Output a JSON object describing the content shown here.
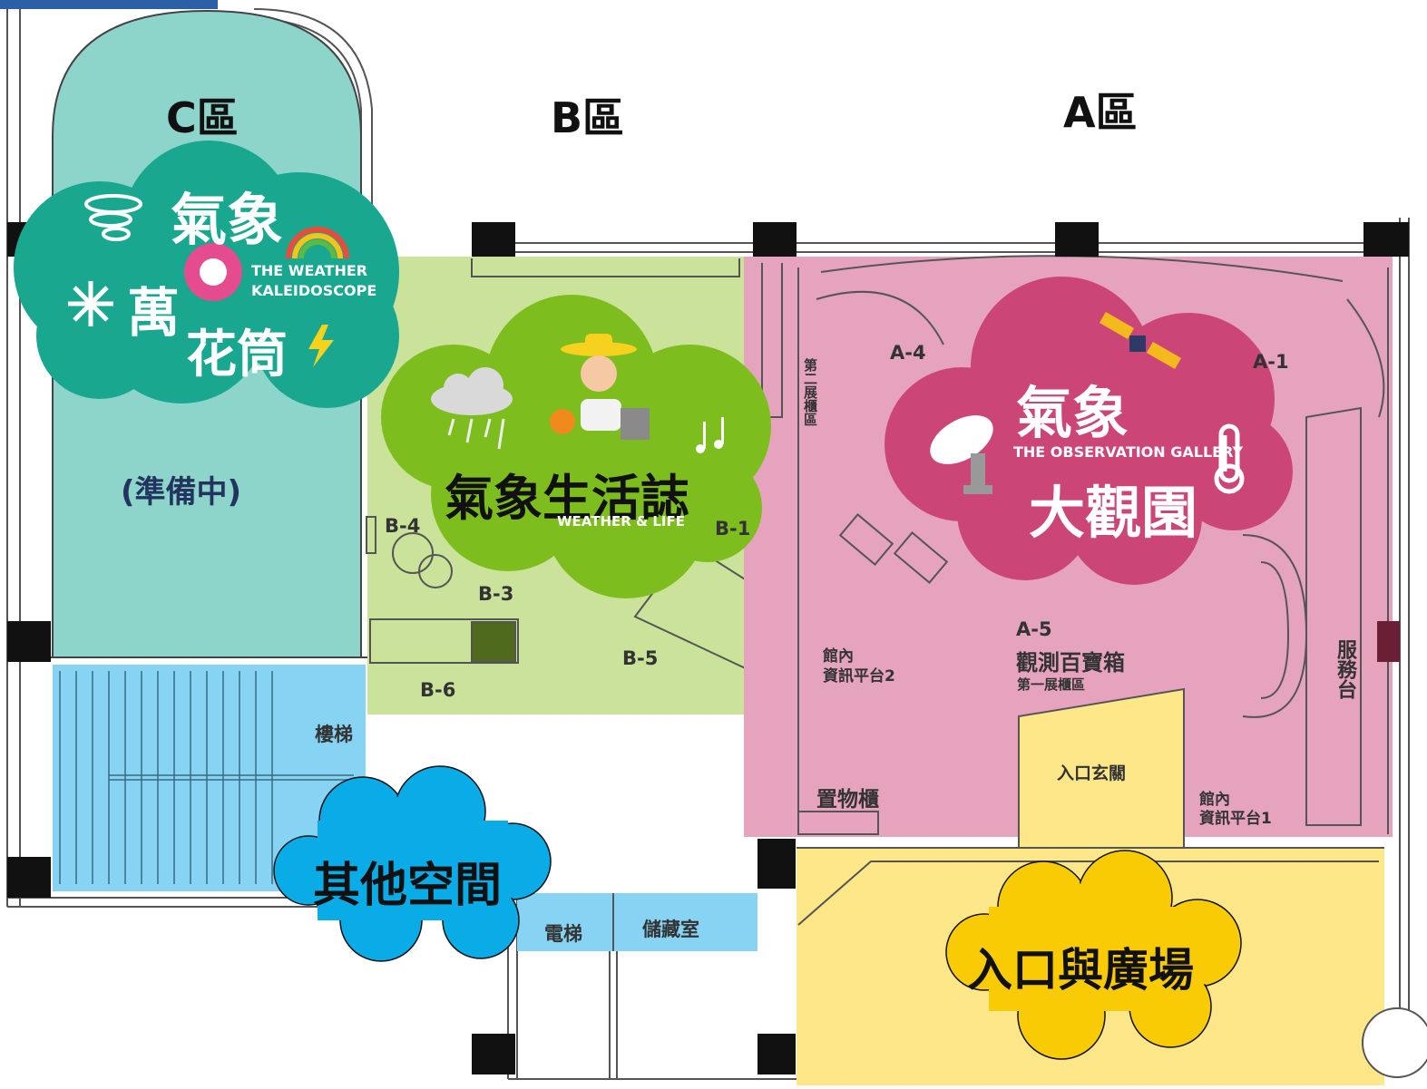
{
  "zones": {
    "c_label": "C區",
    "b_label": "B區",
    "a_label": "A區"
  },
  "exhibits": {
    "kaleidoscope": {
      "title_1": "氣象",
      "title_2": "萬",
      "title_3": "花筒",
      "english_1": "THE WEATHER",
      "english_2": "KALEIDOSCOPE",
      "status": "(準備中)",
      "color": "#19a78f"
    },
    "weather_life": {
      "title": "氣象生活誌",
      "english": "WEATHER & LIFE",
      "color": "#7dbe1e"
    },
    "observation": {
      "title_1": "氣象",
      "english": "THE OBSERVATION GALLERY",
      "title_2": "大觀園",
      "color": "#cc4577"
    }
  },
  "rooms": {
    "a1": "A-1",
    "a4": "A-4",
    "a5": "A-5",
    "a5_name": "觀測百寶箱",
    "a5_sub": "第一展櫃區",
    "b1": "B-1",
    "b3": "B-3",
    "b4": "B-4",
    "b5": "B-5",
    "b6": "B-6",
    "second_cabinet": "第二展櫃區",
    "info2_line1": "館內",
    "info2_line2": "資訊平台2",
    "info1_line1": "館內",
    "info1_line2": "資訊平台1",
    "locker": "置物櫃",
    "vestibule": "入口玄關",
    "service_desk": "服務台",
    "stairs": "樓梯",
    "elevator": "電梯",
    "storage": "儲藏室"
  },
  "legend": {
    "other_spaces": "其他空間",
    "entrance_plaza": "入口與廣場"
  },
  "colors": {
    "zone_c": "#8dd5cb",
    "zone_b": "#cbe29a",
    "zone_a": "#e6a3bd",
    "entrance": "#fde789",
    "other": "#87d3f4",
    "other_cloud": "#0aace8",
    "entrance_cloud": "#f8cb05"
  }
}
